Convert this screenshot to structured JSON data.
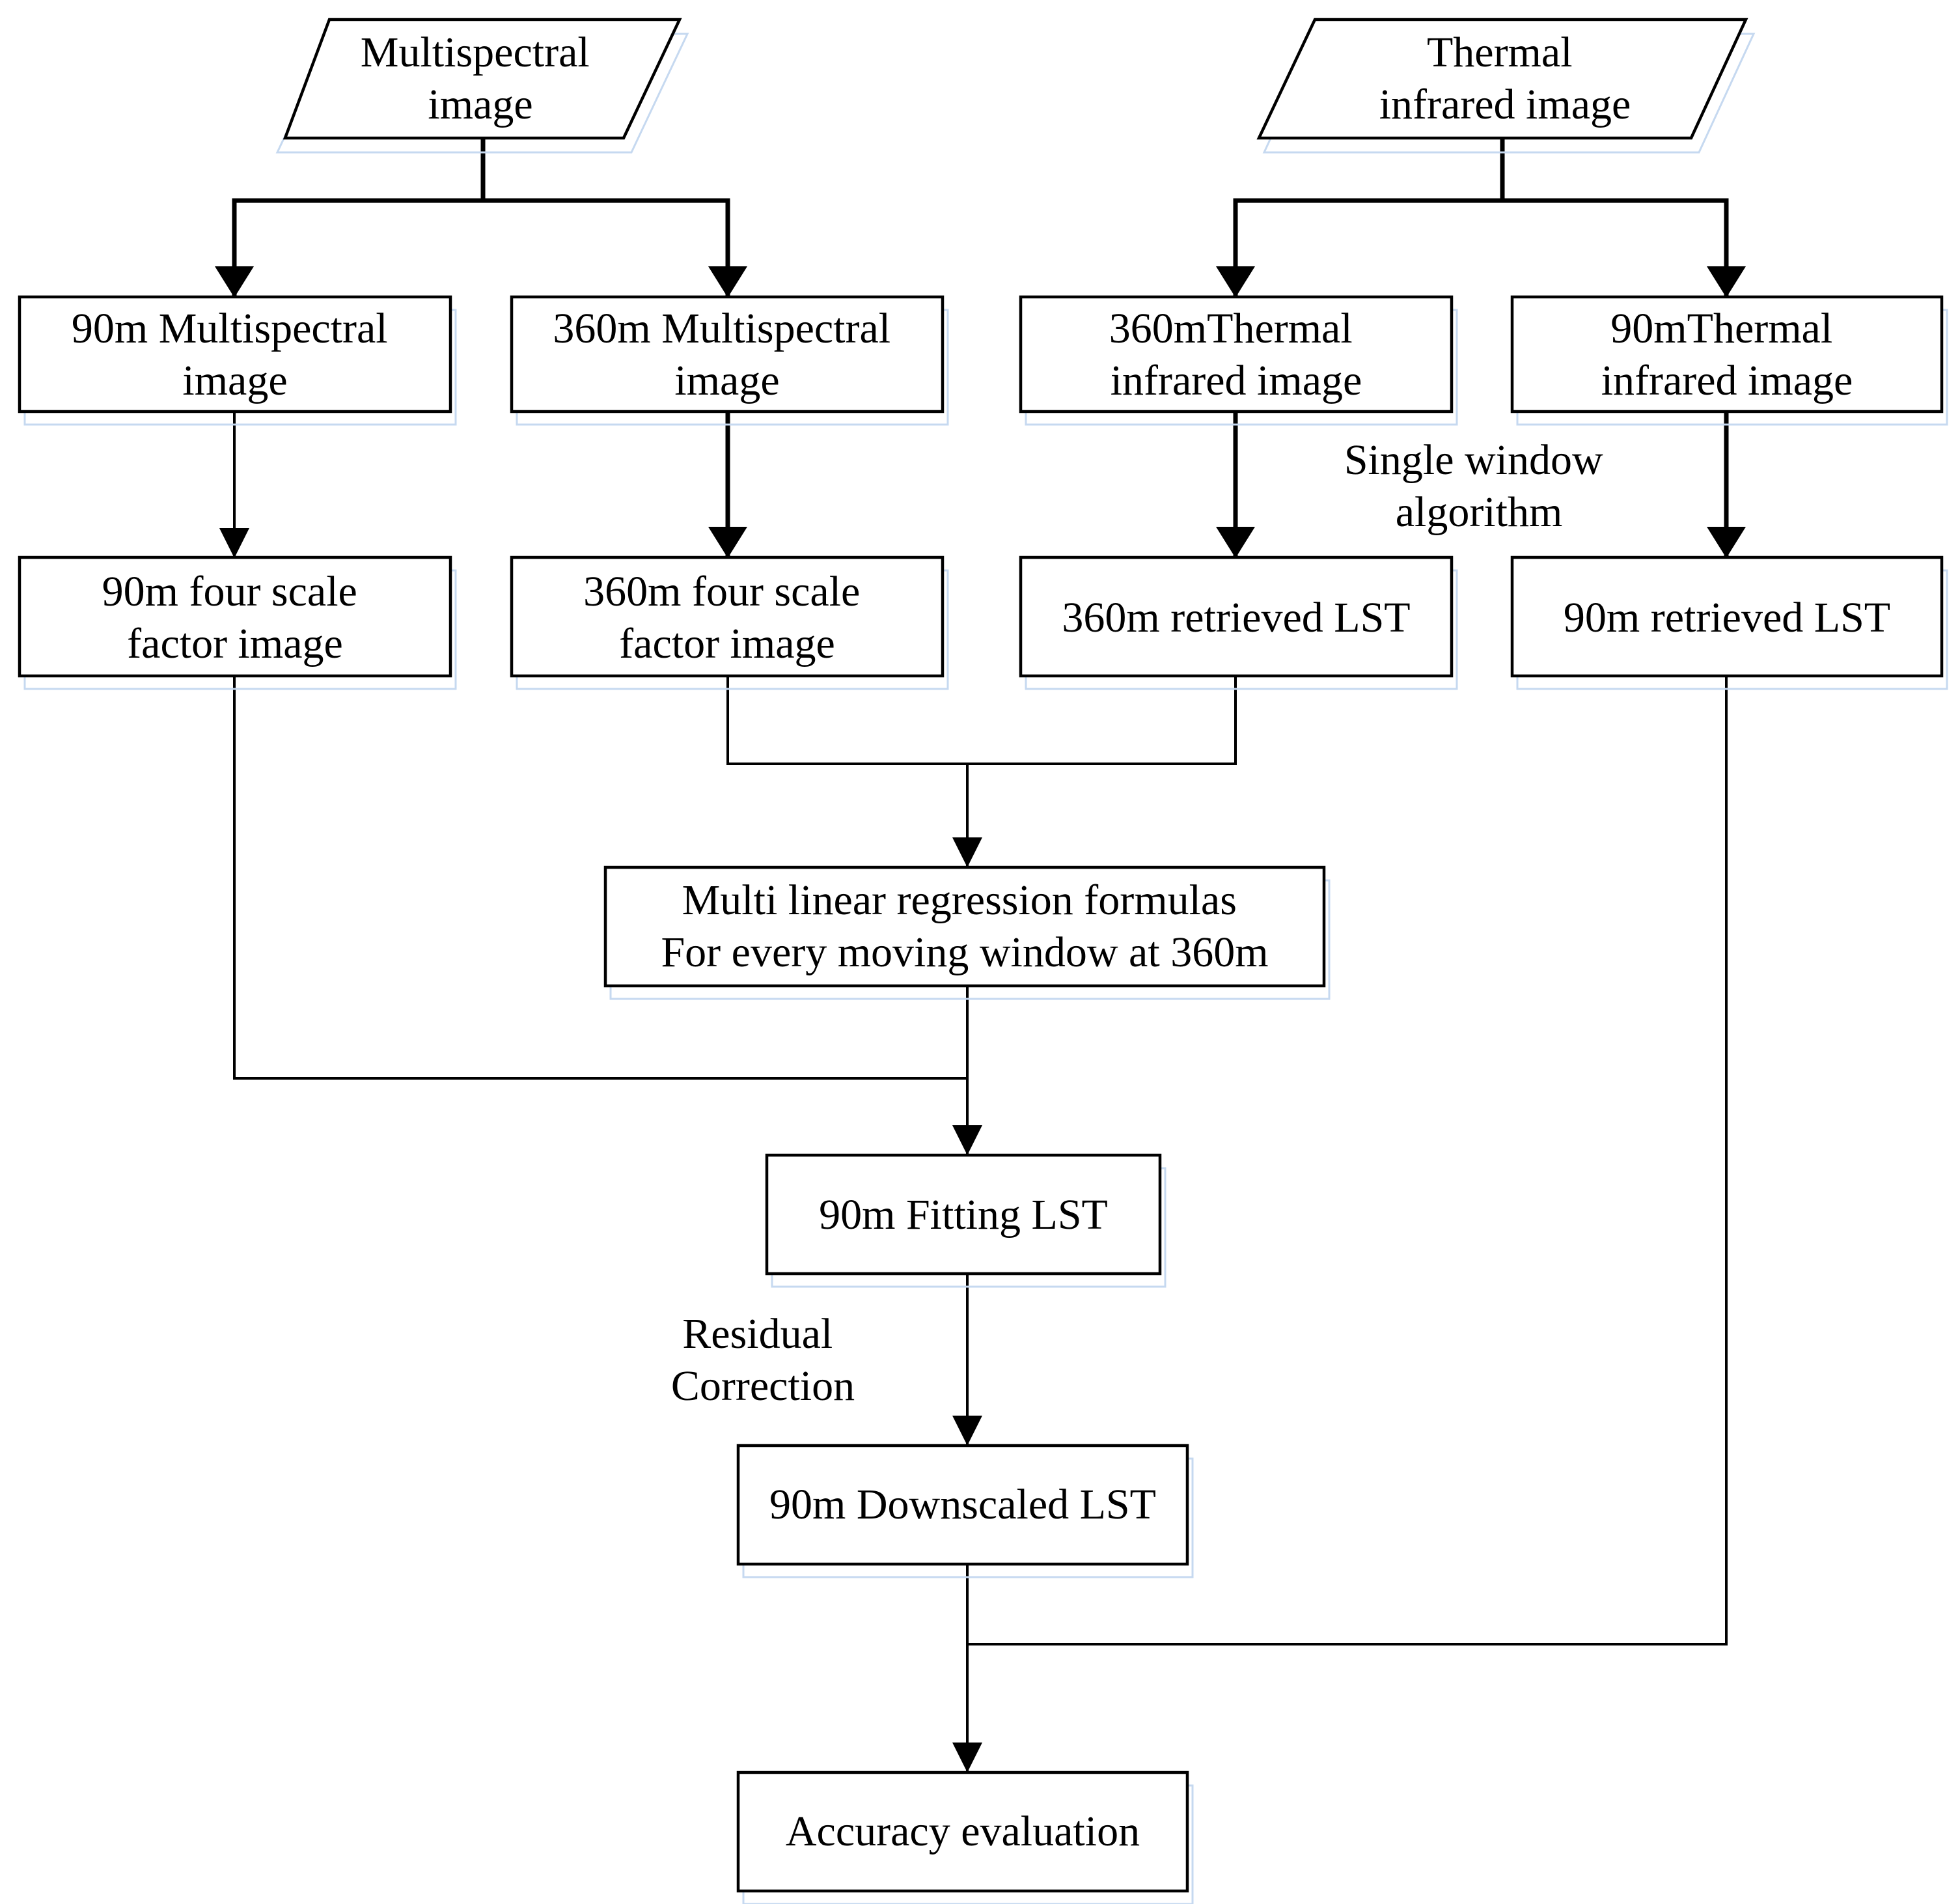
{
  "nodes": {
    "multispectral_input": [
      "Multispectral",
      "image"
    ],
    "thermal_input": [
      "Thermal",
      "infrared image"
    ],
    "ms_90m": [
      "90m Multispectral",
      "image"
    ],
    "ms_360m": [
      "360m Multispectral",
      "image"
    ],
    "tir_360m": [
      "360mThermal",
      "infrared image"
    ],
    "tir_90m": [
      "90mThermal",
      "infrared image"
    ],
    "scale_90m": [
      "90m four scale",
      "factor image"
    ],
    "scale_360m": [
      "360m four scale",
      "factor image"
    ],
    "lst_360m": [
      "360m retrieved LST"
    ],
    "lst_90m": [
      "90m retrieved LST"
    ],
    "regression": [
      "Multi linear regression formulas",
      "For every moving window at 360m"
    ],
    "fitting_lst": [
      "90m Fitting LST"
    ],
    "downscaled_lst": [
      "90m Downscaled LST"
    ],
    "accuracy": [
      "Accuracy evaluation"
    ]
  },
  "annotations": {
    "single_window": [
      "Single window",
      "algorithm"
    ],
    "residual": [
      "Residual",
      "Correction"
    ]
  }
}
